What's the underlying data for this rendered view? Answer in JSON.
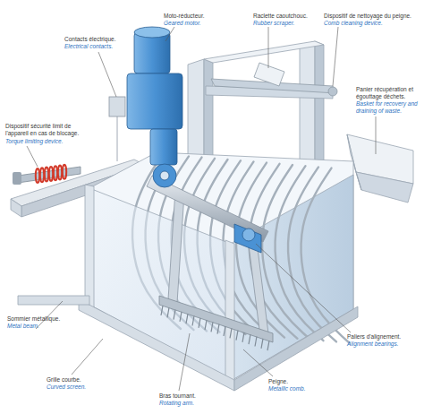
{
  "diagram": {
    "labels": [
      "Contacts électrique.",
      "Electrical contacts.",
      "Moto-réducteur.",
      "Geared motor.",
      "Raclette caoutchouc.",
      "Rubber scraper.",
      "Dispositif de nettoyage du peigne.",
      "Comb cleaning device.",
      "Panier récupération et égouttage déchets.",
      "Basket for recovery and draining of waste.",
      "Dispositif sécurité limit de l'appareil en cas de blocage.",
      "Torque limiting device.",
      "Sommier métallique.",
      "Metal beam.",
      "Paliers d'alignement.",
      "Alignment bearings.",
      "Grille courbe.",
      "Curved screen.",
      "Bras tournant.",
      "Rotating arm.",
      "Peigne.",
      "Metallic comb."
    ]
  }
}
